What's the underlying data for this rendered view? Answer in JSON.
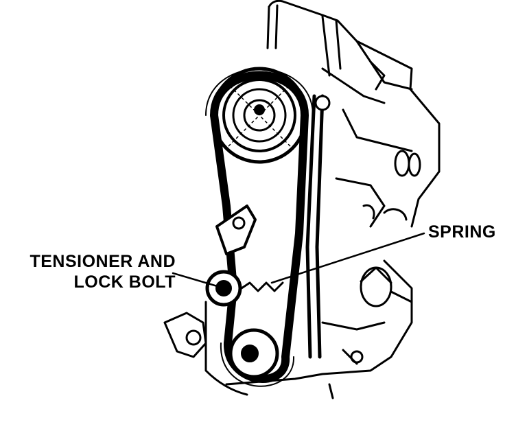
{
  "labels": {
    "tensioner_line1": "TENSIONER AND",
    "tensioner_line2": "LOCK BOLT",
    "spring": "SPRING"
  },
  "colors": {
    "ink": "#000000",
    "paper": "#ffffff"
  }
}
